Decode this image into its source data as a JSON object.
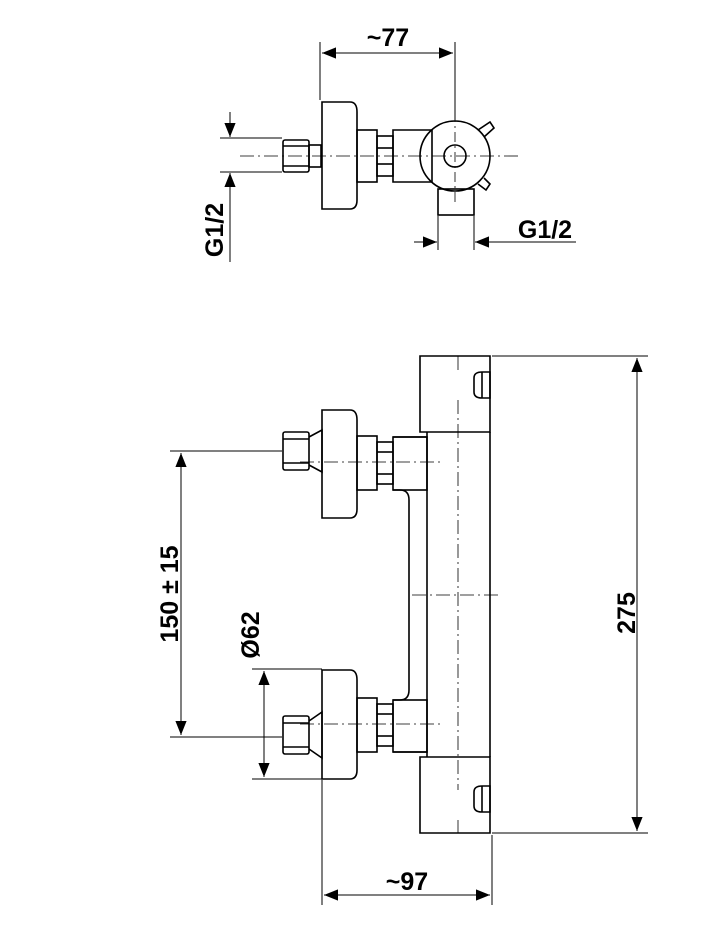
{
  "colors": {
    "line": "#000000",
    "background": "#ffffff"
  },
  "top_view": {
    "width_label": "~77",
    "left_thread_label": "G1/2",
    "bottom_thread_label": "G1/2"
  },
  "front_view": {
    "height_label": "275",
    "spacing_label": "150 ± 15",
    "diameter_label": "Ø62",
    "depth_label": "~97"
  }
}
